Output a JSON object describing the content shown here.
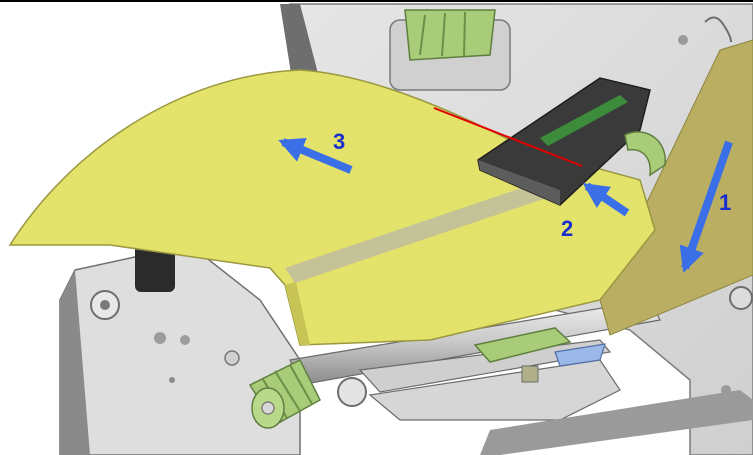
{
  "steps": [
    {
      "label": "1"
    },
    {
      "label": "2"
    },
    {
      "label": "3"
    }
  ],
  "colors": {
    "arrow": "#3a6fe8",
    "label_text": "#1a2ed0",
    "media": "#e3e26a",
    "media_shade": "#c7c455",
    "liner": "#b9ae62",
    "sensor_line": "#e00000",
    "frame": "#d9d9d9",
    "knob": "#a8cc78"
  },
  "icons": [
    "step-arrow-icon"
  ]
}
